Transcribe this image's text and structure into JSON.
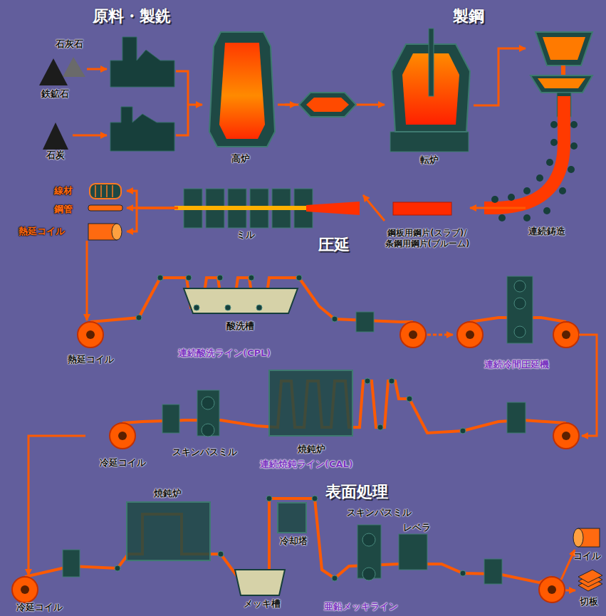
{
  "diagram": {
    "nodes": [
      {
        "text": [
          "石灰石"
        ]
      },
      {
        "text": [
          "鉄鉱石"
        ]
      },
      {
        "text": [
          "石炭"
        ]
      },
      {
        "text": [
          "高炉"
        ]
      },
      {
        "text": [
          "転炉"
        ]
      },
      {
        "text": [
          "連続鋳造"
        ]
      },
      {
        "text": [
          "鋼板用鋼片(スラブ)/ 条鋼用鋼片(ブルーム)"
        ]
      },
      {
        "text": [
          "ミル"
        ]
      },
      {
        "text": [
          "線材"
        ]
      },
      {
        "text": [
          "鋼管"
        ]
      },
      {
        "text": [
          "熱延コイル"
        ]
      },
      {
        "text": [
          "酸洗槽"
        ]
      },
      {
        "text": [
          "熱延コイル"
        ]
      },
      {
        "text": [
          "連続冷間圧延機"
        ]
      },
      {
        "text": [
          "冷延コイル"
        ]
      },
      {
        "text": [
          "スキンパスミル"
        ]
      },
      {
        "text": [
          "焼鈍炉"
        ]
      },
      {
        "text": [
          "冷延コイル"
        ]
      },
      {
        "text": [
          "焼鈍炉"
        ]
      },
      {
        "text": [
          "冷却塔"
        ]
      },
      {
        "text": [
          "メッキ槽"
        ]
      },
      {
        "text": [
          "スキンパスミル"
        ]
      },
      {
        "text": [
          "レベラ"
        ]
      },
      {
        "text": [
          "コイル"
        ]
      },
      {
        "text": [
          "切板"
        ]
      }
    ],
    "edges": [
      {
        "from": 3,
        "to": 4,
        "arrow": "to"
      },
      {
        "from": 4,
        "to": 5,
        "arrow": "to"
      },
      {
        "from": 5,
        "to": 6,
        "arrow": "to"
      },
      {
        "from": 6,
        "to": 7,
        "arrow": "to"
      },
      {
        "from": 7,
        "to": 8,
        "arrow": "to"
      },
      {
        "from": 7,
        "to": 9,
        "arrow": "to"
      },
      {
        "from": 7,
        "to": 10,
        "arrow": "to"
      },
      {
        "from": 10,
        "to": 12,
        "arrow": "to"
      },
      {
        "from": 14,
        "to": 17,
        "arrow": "to"
      }
    ],
    "labels": [
      "原料・製銑",
      "製鋼",
      "圧延",
      "表面処理",
      "連続酸洗ライン(CPL)",
      "連続焼鈍ライン(CAL)",
      "亜鉛メッキライン"
    ]
  }
}
